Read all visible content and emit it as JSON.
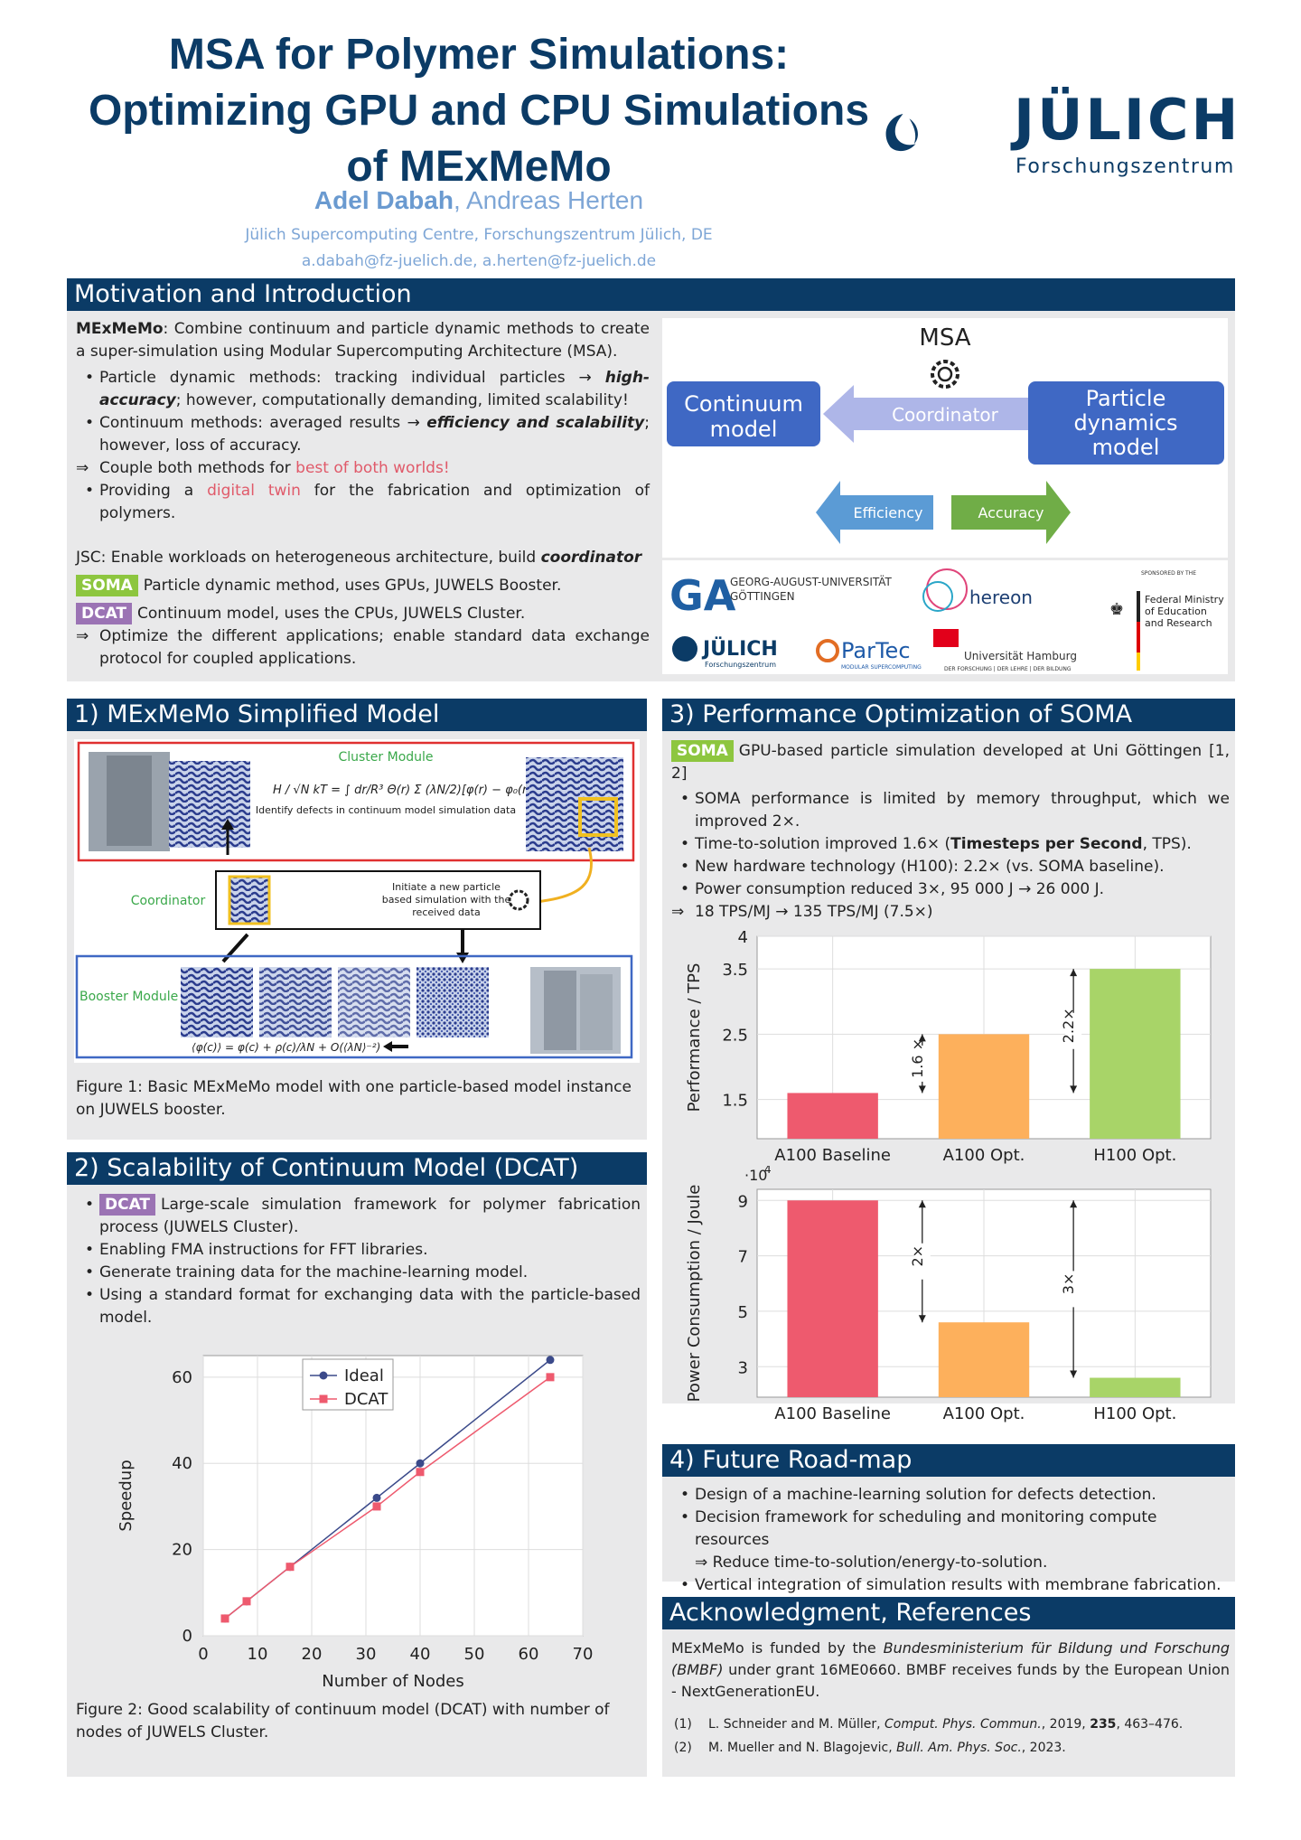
{
  "header": {
    "title_lines": [
      "MSA for Polymer Simulations:",
      "Optimizing GPU and CPU Simulations",
      "of MExMeMo"
    ],
    "author_main": "Adel Dabah",
    "author_rest": ", Andreas Herten",
    "affiliation": "Jülich Supercomputing Centre, Forschungszentrum Jülich, DE",
    "emails": "a.dabah@fz-juelich.de, a.herten@fz-juelich.de",
    "logo_name": "JÜLICH",
    "logo_sub": "Forschungszentrum",
    "logo_icon": "juelich-logo-icon"
  },
  "motivation": {
    "heading": "Motivation and Introduction",
    "intro_bold": "MExMeMo",
    "intro_rest": ": Combine continuum and particle dynamic methods to create a super-simulation using Modular Supercomputing Architecture (MSA).",
    "b1_a": "Particle dynamic methods: tracking individual particles → ",
    "b1_b": "high-accuracy",
    "b1_c": "; however, computationally demanding, limited scalability!",
    "b2_a": "Continuum methods: averaged results → ",
    "b2_b": "efficiency and scalability",
    "b2_c": "; however, loss of accuracy.",
    "b3_a": "Couple both methods for ",
    "b3_b": "best of both worlds!",
    "b4_a": "Providing a ",
    "b4_b": "digital twin",
    "b4_c": " for the fabrication and optimization of polymers.",
    "jsc_a": "JSC: Enable workloads on heterogeneous architecture, build ",
    "jsc_b": "coordinator",
    "soma_tag": "SOMA",
    "soma_text": "Particle dynamic method, uses GPUs, JUWELS Booster.",
    "dcat_tag": "DCAT",
    "dcat_text": "Continuum model, uses the CPUs, JUWELS Cluster.",
    "optimize": "Optimize the different applications; enable standard data exchange protocol for coupled applications.",
    "diagram": {
      "msa": "MSA",
      "continuum": [
        "Continuum",
        "model"
      ],
      "coordinator": "Coordinator",
      "particle": [
        "Particle",
        "dynamics",
        "model"
      ],
      "efficiency": "Efficiency",
      "accuracy": "Accuracy"
    },
    "partners": {
      "goettingen": [
        "GEORG-AUGUST-UNIVERSITÄT",
        "GÖTTINGEN"
      ],
      "hereon": "hereon",
      "bmbf": [
        "Federal Ministry",
        "of Education",
        "and Research"
      ],
      "bmbf_small": "SPONSORED BY THE",
      "juelich": "JÜLICH",
      "juelich_sub": "Forschungszentrum",
      "partec": "ParTec",
      "partec_sub": "MODULAR SUPERCOMPUTING",
      "uhh": "Universität Hamburg",
      "uhh_sub": "DER FORSCHUNG | DER LEHRE | DER BILDUNG"
    }
  },
  "model": {
    "heading": "1) MExMeMo Simplified Model",
    "cluster_label": "Cluster Module",
    "identify": "Identify defects in continuum model simulation data",
    "coordinator": "Coordinator",
    "initiate": [
      "Initiate a new particle",
      "based simulation with the",
      "received data"
    ],
    "booster_label": "Booster Module",
    "caption": "Figure 1: Basic MExMeMo model with one particle-based model instance on JUWELS booster."
  },
  "dcat": {
    "heading": "2) Scalability of Continuum Model (DCAT)",
    "tag": "DCAT",
    "b1": "Large-scale simulation framework for polymer fabrication process (JUWELS Cluster).",
    "b2": "Enabling FMA instructions for FFT libraries.",
    "b3": "Generate training data for the machine-learning model.",
    "b4": "Using a standard format for exchanging data with the particle-based model.",
    "caption": "Figure 2: Good scalability of continuum model (DCAT) with number of nodes of JUWELS Cluster."
  },
  "soma": {
    "heading": "3) Performance Optimization of SOMA",
    "tag": "SOMA",
    "intro": "GPU-based particle simulation developed at Uni Göttingen [1, 2]",
    "b1": "SOMA performance is limited by memory throughput, which we improved 2×.",
    "b2_a": "Time-to-solution improved 1.6× (",
    "b2_b": "Timesteps per Second",
    "b2_c": ", TPS).",
    "b3": "New hardware technology (H100): 2.2× (vs. SOMA baseline).",
    "b4": "Power consumption reduced 3×, 95 000 J → 26 000 J.",
    "b5": "18 TPS/MJ → 135 TPS/MJ (7.5×)"
  },
  "roadmap": {
    "heading": "4) Future Road-map",
    "b1": "Design of a machine-learning solution for defects detection.",
    "b2": "Decision framework for scheduling and monitoring compute resources",
    "b2_sub": "⇒ Reduce time-to-solution/energy-to-solution.",
    "b3": "Vertical integration of simulation results with membrane fabrication."
  },
  "ack": {
    "heading": "Acknowledgment, References",
    "text_a": "MExMeMo is funded by the ",
    "text_b": "Bundesministerium für Bildung und Forschung (BMBF)",
    "text_c": " under grant 16ME0660. BMBF receives funds by the European Union - NextGenerationEU.",
    "r1_num": "(1)",
    "r1_a": "L. Schneider and M. Müller, ",
    "r1_b": "Comput. Phys. Commun.",
    "r1_c": ", 2019, ",
    "r1_d": "235",
    "r1_e": ", 463–476.",
    "r2_num": "(2)",
    "r2_a": "M. Mueller and N. Blagojevic, ",
    "r2_b": "Bull. Am. Phys. Soc.",
    "r2_c": ", 2023."
  },
  "chart_data": [
    {
      "type": "line",
      "xlabel": "Number of Nodes",
      "ylabel": "Speedup",
      "xlim": [
        0,
        70
      ],
      "ylim": [
        0,
        65
      ],
      "xticks": [
        0,
        10,
        20,
        30,
        40,
        50,
        60,
        70
      ],
      "yticks": [
        0,
        20,
        40,
        60
      ],
      "legend": "top-center",
      "series": [
        {
          "name": "Ideal",
          "color": "#3b4a8a",
          "marker": "circle",
          "x": [
            4,
            8,
            16,
            32,
            40,
            64
          ],
          "y": [
            4,
            8,
            16,
            32,
            40,
            64
          ]
        },
        {
          "name": "DCAT",
          "color": "#ee5a6e",
          "marker": "square",
          "x": [
            4,
            8,
            16,
            32,
            40,
            64
          ],
          "y": [
            4,
            8,
            16,
            30,
            38,
            60
          ]
        }
      ]
    },
    {
      "type": "bar",
      "ylabel": "Performance / TPS",
      "categories": [
        "A100 Baseline",
        "A100 Opt.",
        "H100 Opt."
      ],
      "values": [
        1.6,
        2.5,
        3.5
      ],
      "colors": [
        "#ee5a6e",
        "#fdb05c",
        "#a8d468"
      ],
      "ylim": [
        0.9,
        4
      ],
      "yticks": [
        1.5,
        2.5,
        3.5,
        4
      ],
      "annotations": [
        {
          "bar": 1,
          "label": "1.6 ×",
          "from": 1.6,
          "to": 2.5
        },
        {
          "bar": 2,
          "label": "2.2×",
          "from": 1.6,
          "to": 3.5
        }
      ],
      "grid": true
    },
    {
      "type": "bar",
      "ylabel": "Power Consumption / Joule",
      "scale_label": "·10",
      "scale_exp": "4",
      "categories": [
        "A100 Baseline",
        "A100 Opt.",
        "H100 Opt."
      ],
      "values": [
        9,
        4.6,
        2.6
      ],
      "colors": [
        "#ee5a6e",
        "#fdb05c",
        "#a8d468"
      ],
      "ylim": [
        1.9,
        9.4
      ],
      "yticks": [
        3,
        5,
        7,
        9
      ],
      "annotations": [
        {
          "bar": 1,
          "label": "2×",
          "from": 4.6,
          "to": 9
        },
        {
          "bar": 2,
          "label": "3×",
          "from": 2.6,
          "to": 9
        }
      ],
      "grid": true
    }
  ]
}
